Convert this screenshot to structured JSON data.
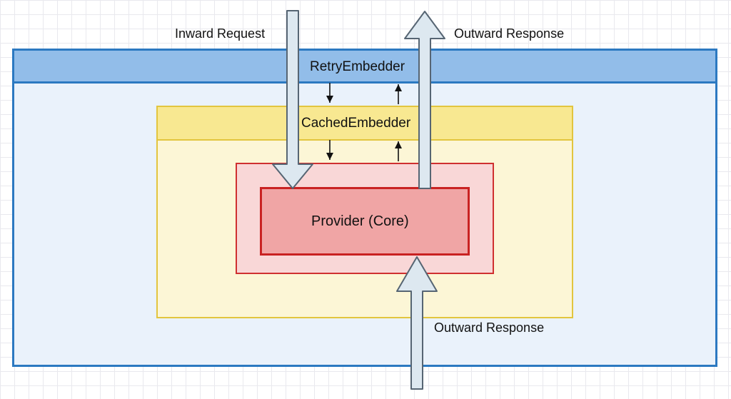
{
  "diagram": {
    "retry_label": "RetryEmbedder",
    "cached_label": "CachedEmbedder",
    "core_label": "Provider (Core)",
    "inward_label": "Inward Request",
    "outward_top_label": "Outward Response",
    "outward_bottom_label": "Outward Response"
  },
  "colors": {
    "outer_fill": "#eaf2fb",
    "outer_header": "#92bde9",
    "outer_border": "#2c79c1",
    "middle_fill": "#fcf6d6",
    "middle_header": "#f8e891",
    "middle_border": "#e2c53e",
    "inner_fill": "#f9d7d7",
    "inner_border": "#cf3030",
    "core_fill": "#f0a5a5",
    "core_border": "#c92222",
    "big_arrow_fill": "#dde8f0",
    "big_arrow_stroke": "#566573"
  }
}
